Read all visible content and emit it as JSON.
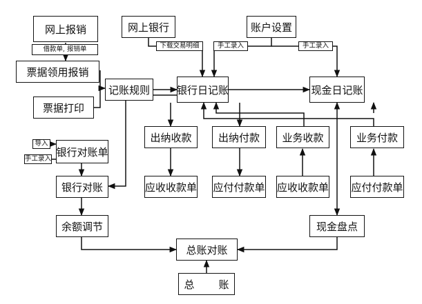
{
  "nodes": {
    "online_reimburse": "网上报销",
    "online_bank": "网上银行",
    "account_settings": "账户设置",
    "invoice_reimburse": "票据领用报销",
    "invoice_print": "票据打印",
    "bookkeeping_rules": "记账规则",
    "bank_journal": "银行日记账",
    "cash_journal": "现金日记账",
    "cashier_receipt": "出纳收款",
    "cashier_payment": "出纳付款",
    "business_receipt": "业务收款",
    "business_payment": "业务付款",
    "bank_statement": "银行对账单",
    "bank_reconcile": "银行对账",
    "receivable_1": "应收收款单",
    "payable_1": "应付付款单",
    "receivable_2": "应收收款单",
    "payable_2": "应付付款单",
    "balance_adjust": "余额调节",
    "cash_count": "现金盘点",
    "ledger_reconcile": "总账对账",
    "general_ledger": "总　账"
  },
  "tags": {
    "loan_reimburse_form": "借款单, 报销单",
    "download_details": "下载交易明细",
    "manual_entry_1": "手工录入",
    "manual_entry_2": "手工录入",
    "import": "导入",
    "manual_entry_3": "手工录入"
  },
  "colors": {
    "stroke": "#111111",
    "background": "#ffffff"
  }
}
